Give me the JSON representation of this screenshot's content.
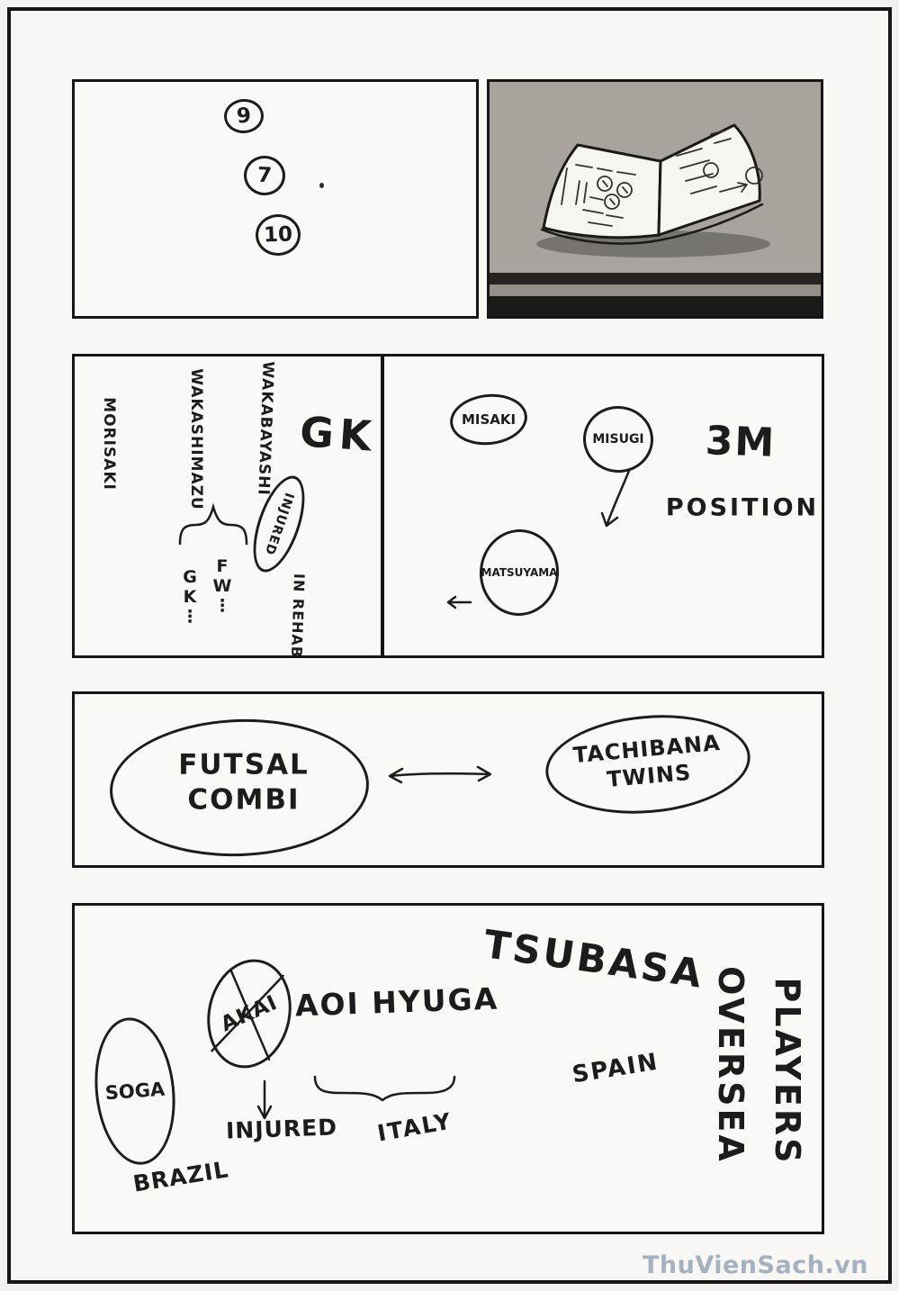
{
  "watermark": "ThuVienSach.vn",
  "panel_numbers": {
    "n1": "9",
    "n2": "7",
    "n3": "10"
  },
  "panel_gk": {
    "name_morisaki": "MORISAKI",
    "name_wakashimazu": "WAKASHIMAZU",
    "name_wakabayashi": "WAKABAYASHI",
    "gk_heading": "GK",
    "injured": "INJURED",
    "gk_column": "G\nK\n⋮",
    "fw_column": "F\nW\n⋮",
    "in_rehab": "IN REHAB"
  },
  "panel_position": {
    "misaki": "MISAKI",
    "misugi": "MISUGI",
    "matsuyama": "MATSUYAMA",
    "three_m": "3M",
    "heading": "POSITION"
  },
  "panel_futsal": {
    "left_line1": "FUTSAL",
    "left_line2": "COMBI",
    "right_line1": "TACHIBANA",
    "right_line2": "TWINS"
  },
  "panel_oversea": {
    "tsubasa": "TSUBASA",
    "aoi_hyuga": "AOI HYUGA",
    "akai": "AKAI",
    "injured": "INJURED",
    "italy": "ITALY",
    "spain": "SPAIN",
    "soga": "SOGA",
    "brazil": "BRAZIL",
    "vertical_word1": "OVERSEA",
    "vertical_word2": "PLAYERS"
  },
  "colors": {
    "ink": "#1c1c1c",
    "paper": "#f8f7f3",
    "watermark": "#a3b1c2"
  }
}
